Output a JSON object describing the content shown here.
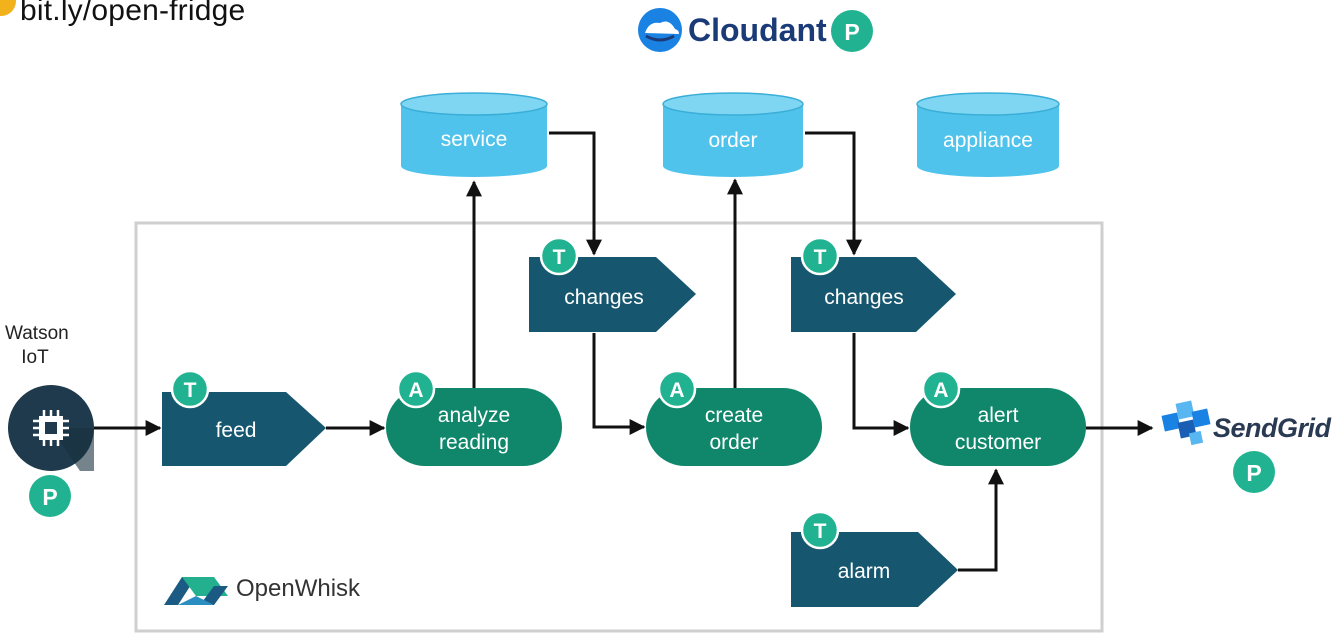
{
  "header": {
    "url": "bit.ly/open-fridge",
    "cloudant_label": "Cloudant"
  },
  "databases": [
    {
      "label": "service"
    },
    {
      "label": "order"
    },
    {
      "label": "appliance"
    }
  ],
  "triggers": [
    {
      "badge": "T",
      "label": "feed"
    },
    {
      "badge": "T",
      "label": "changes"
    },
    {
      "badge": "T",
      "label": "changes"
    },
    {
      "badge": "T",
      "label": "alarm"
    }
  ],
  "actions": [
    {
      "badge": "A",
      "line1": "analyze",
      "line2": "reading"
    },
    {
      "badge": "A",
      "line1": "create",
      "line2": "order"
    },
    {
      "badge": "A",
      "line1": "alert",
      "line2": "customer"
    }
  ],
  "external": {
    "watson_label": "Watson\nIoT",
    "sendgrid_label": "SendGrid",
    "openwhisk_label": "OpenWhisk",
    "package_badge": "P"
  },
  "colors": {
    "trigger": "#16576f",
    "action": "#10876b",
    "badge": "#21b391",
    "database": "#4fc3eb",
    "database_top": "#7ed6f3",
    "arrow": "#111111",
    "frame": "#cfcfcf",
    "watson_bg": "#1f3a4c",
    "cloudant": "#1b3a78",
    "openwhisk_1": "#1b5a82",
    "openwhisk_2": "#23b08e",
    "sendgrid": "#1a82e2"
  }
}
